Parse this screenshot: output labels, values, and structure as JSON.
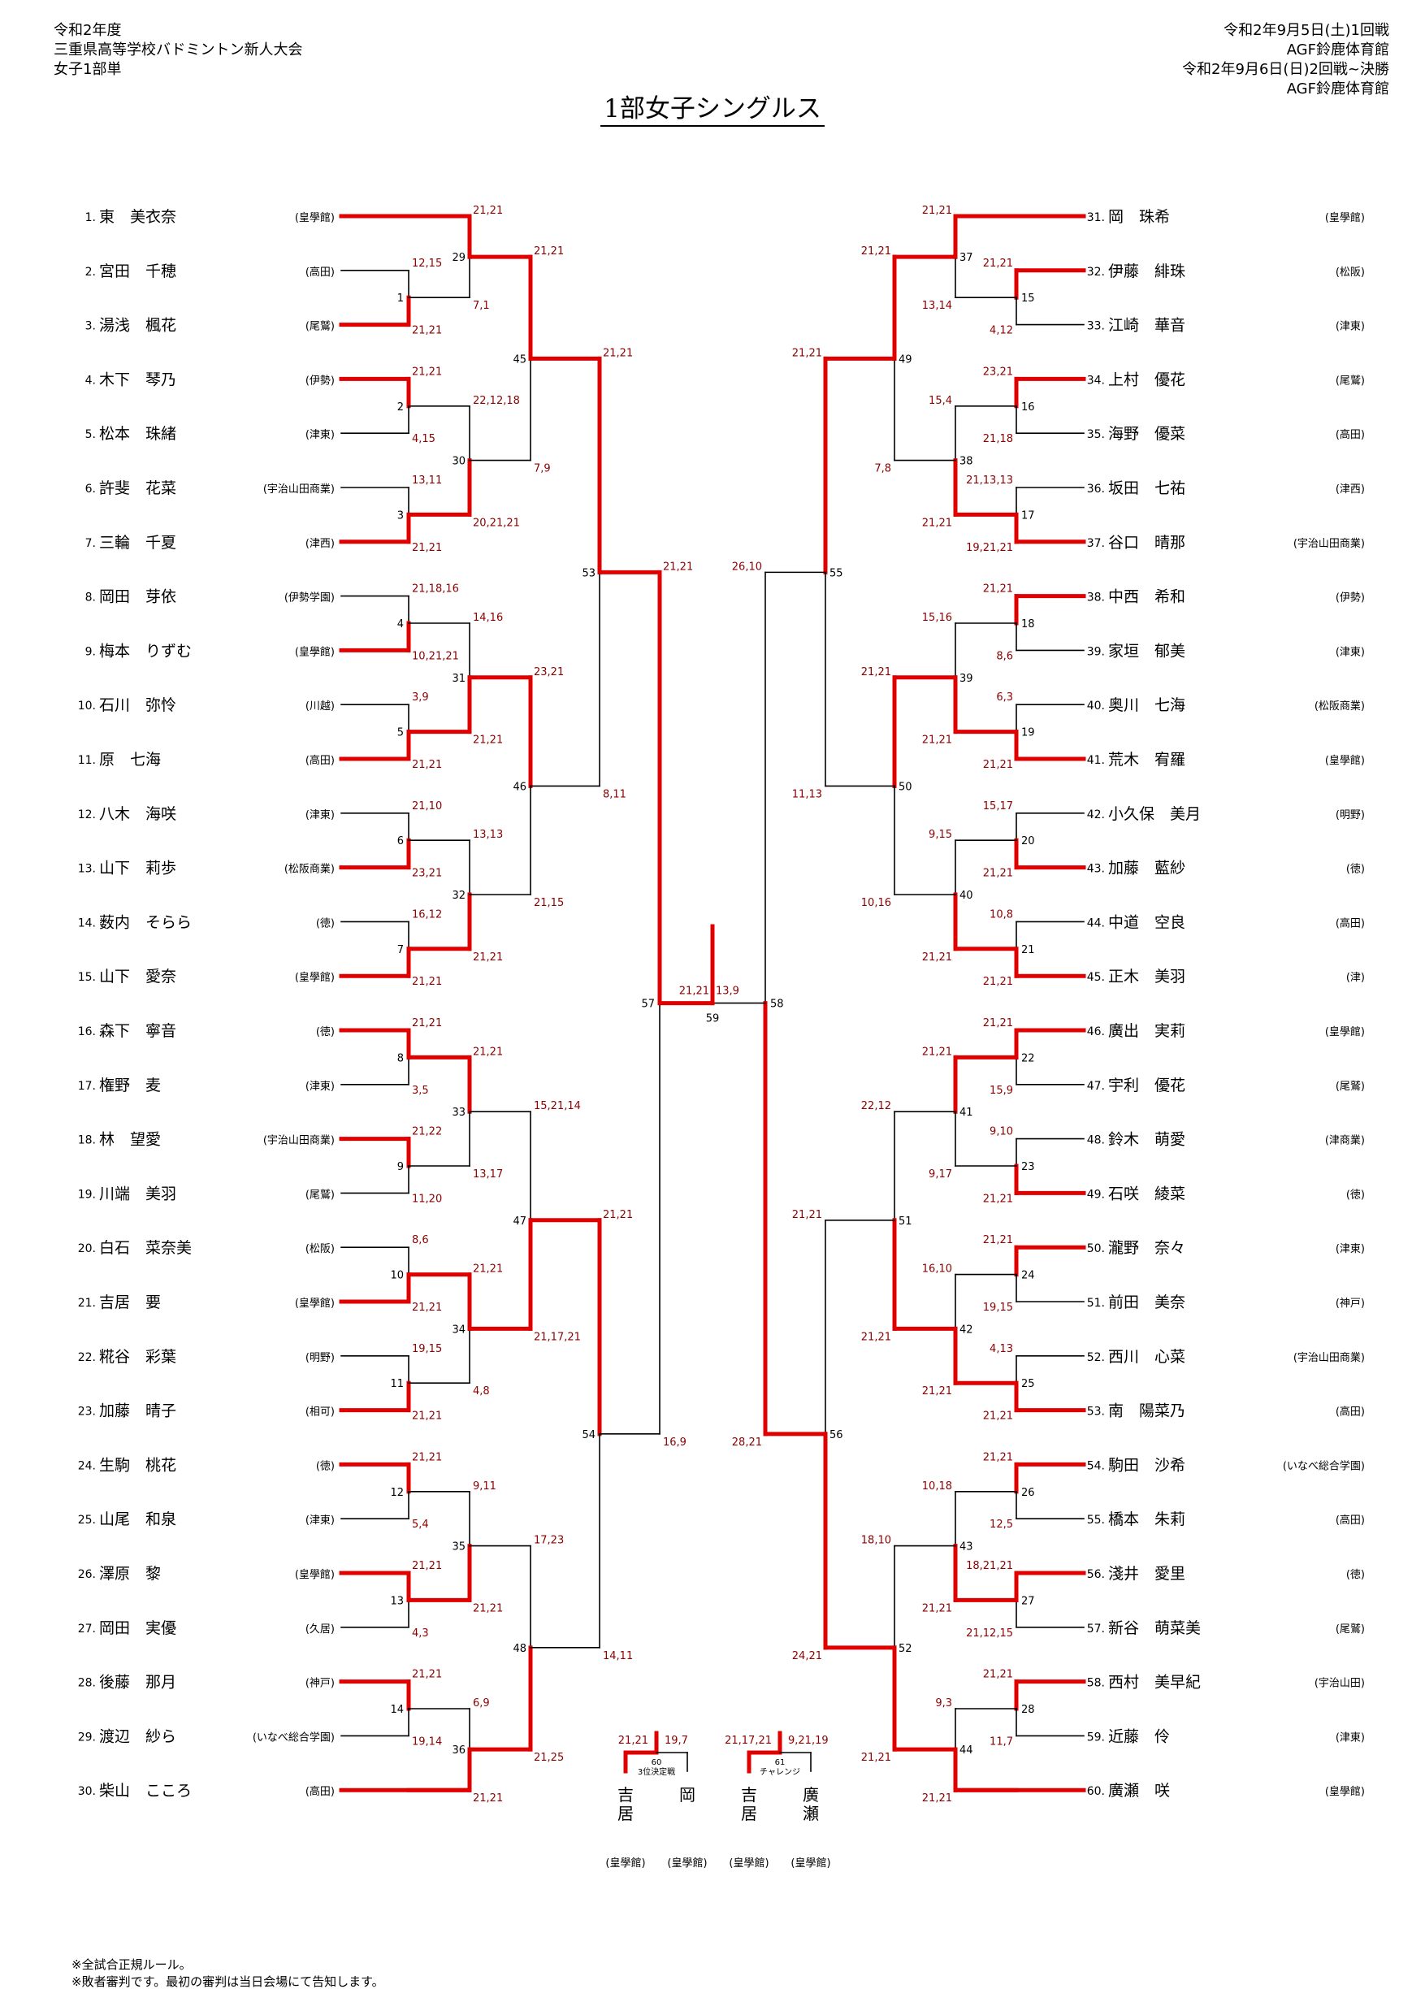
{
  "header": {
    "left": [
      "令和2年度",
      "三重県高等学校バドミントン新人大会",
      "女子1部単"
    ],
    "right": [
      "令和2年9月5日(土)1回戦",
      "AGF鈴鹿体育館",
      "令和2年9月6日(日)2回戦~決勝",
      "AGF鈴鹿体育館"
    ]
  },
  "title": "1部女子シングルス",
  "players": [
    {
      "no": "1.",
      "name": "東　美衣奈",
      "school": "皇學館"
    },
    {
      "no": "2.",
      "name": "宮田　千穂",
      "school": "高田"
    },
    {
      "no": "3.",
      "name": "湯浅　楓花",
      "school": "尾鷲"
    },
    {
      "no": "4.",
      "name": "木下　琴乃",
      "school": "伊勢"
    },
    {
      "no": "5.",
      "name": "松本　珠緒",
      "school": "津東"
    },
    {
      "no": "6.",
      "name": "許斐　花菜",
      "school": "宇治山田商業"
    },
    {
      "no": "7.",
      "name": "三輪　千夏",
      "school": "津西"
    },
    {
      "no": "8.",
      "name": "岡田　芽依",
      "school": "伊勢学園"
    },
    {
      "no": "9.",
      "name": "梅本　りずむ",
      "school": "皇學館"
    },
    {
      "no": "10.",
      "name": "石川　弥怜",
      "school": "川越"
    },
    {
      "no": "11.",
      "name": "原　七海",
      "school": "高田"
    },
    {
      "no": "12.",
      "name": "八木　海咲",
      "school": "津東"
    },
    {
      "no": "13.",
      "name": "山下　莉歩",
      "school": "松阪商業"
    },
    {
      "no": "14.",
      "name": "薮内　そらら",
      "school": "徳"
    },
    {
      "no": "15.",
      "name": "山下　愛奈",
      "school": "皇學館"
    },
    {
      "no": "16.",
      "name": "森下　寧音",
      "school": "徳"
    },
    {
      "no": "17.",
      "name": "権野　麦",
      "school": "津東"
    },
    {
      "no": "18.",
      "name": "林　望愛",
      "school": "宇治山田商業"
    },
    {
      "no": "19.",
      "name": "川端　美羽",
      "school": "尾鷲"
    },
    {
      "no": "20.",
      "name": "白石　菜奈美",
      "school": "松阪"
    },
    {
      "no": "21.",
      "name": "吉居　要",
      "school": "皇學館"
    },
    {
      "no": "22.",
      "name": "糀谷　彩葉",
      "school": "明野"
    },
    {
      "no": "23.",
      "name": "加藤　晴子",
      "school": "相可"
    },
    {
      "no": "24.",
      "name": "生駒　桃花",
      "school": "徳"
    },
    {
      "no": "25.",
      "name": "山尾　和泉",
      "school": "津東"
    },
    {
      "no": "26.",
      "name": "澤原　黎",
      "school": "皇學館"
    },
    {
      "no": "27.",
      "name": "岡田　実優",
      "school": "久居"
    },
    {
      "no": "28.",
      "name": "後藤　那月",
      "school": "神戸"
    },
    {
      "no": "29.",
      "name": "渡辺　紗ら",
      "school": "いなべ総合学園"
    },
    {
      "no": "30.",
      "name": "柴山　こころ",
      "school": "高田"
    },
    {
      "no": "31.",
      "name": "岡　珠希",
      "school": "皇學館"
    },
    {
      "no": "32.",
      "name": "伊藤　緋珠",
      "school": "松阪"
    },
    {
      "no": "33.",
      "name": "江崎　華音",
      "school": "津東"
    },
    {
      "no": "34.",
      "name": "上村　優花",
      "school": "尾鷲"
    },
    {
      "no": "35.",
      "name": "海野　優菜",
      "school": "高田"
    },
    {
      "no": "36.",
      "name": "坂田　七祐",
      "school": "津西"
    },
    {
      "no": "37.",
      "name": "谷口　晴那",
      "school": "宇治山田商業"
    },
    {
      "no": "38.",
      "name": "中西　希和",
      "school": "伊勢"
    },
    {
      "no": "39.",
      "name": "家垣　郁美",
      "school": "津東"
    },
    {
      "no": "40.",
      "name": "奥川　七海",
      "school": "松阪商業"
    },
    {
      "no": "41.",
      "name": "荒木　宥羅",
      "school": "皇學館"
    },
    {
      "no": "42.",
      "name": "小久保　美月",
      "school": "明野"
    },
    {
      "no": "43.",
      "name": "加藤　藍紗",
      "school": "徳"
    },
    {
      "no": "44.",
      "name": "中道　空良",
      "school": "高田"
    },
    {
      "no": "45.",
      "name": "正木　美羽",
      "school": "津"
    },
    {
      "no": "46.",
      "name": "廣出　実莉",
      "school": "皇學館"
    },
    {
      "no": "47.",
      "name": "宇利　優花",
      "school": "尾鷲"
    },
    {
      "no": "48.",
      "name": "鈴木　萌愛",
      "school": "津商業"
    },
    {
      "no": "49.",
      "name": "石咲　綾菜",
      "school": "徳"
    },
    {
      "no": "50.",
      "name": "瀧野　奈々",
      "school": "津東"
    },
    {
      "no": "51.",
      "name": "前田　美奈",
      "school": "神戸"
    },
    {
      "no": "52.",
      "name": "西川　心菜",
      "school": "宇治山田商業"
    },
    {
      "no": "53.",
      "name": "南　陽菜乃",
      "school": "高田"
    },
    {
      "no": "54.",
      "name": "駒田　沙希",
      "school": "いなべ総合学園"
    },
    {
      "no": "55.",
      "name": "橋本　朱莉",
      "school": "高田"
    },
    {
      "no": "56.",
      "name": "淺井　愛里",
      "school": "徳"
    },
    {
      "no": "57.",
      "name": "新谷　萌菜美",
      "school": "尾鷲"
    },
    {
      "no": "58.",
      "name": "西村　美早紀",
      "school": "宇治山田"
    },
    {
      "no": "59.",
      "name": "近藤　伶",
      "school": "津東"
    },
    {
      "no": "60.",
      "name": "廣瀬　咲",
      "school": "皇學館"
    }
  ],
  "left_first_round": [
    {
      "no": "1",
      "top": "12,15",
      "bottom": "21,21",
      "winner": "bottom"
    },
    {
      "no": "2",
      "top": "21,21",
      "bottom": "4,15",
      "winner": "top"
    },
    {
      "no": "3",
      "top": "13,11",
      "bottom": "21,21",
      "winner": "bottom"
    },
    {
      "no": "4",
      "top": "21,18,16",
      "bottom": "10,21,21",
      "winner": "bottom"
    },
    {
      "no": "5",
      "top": "3,9",
      "bottom": "21,21",
      "winner": "bottom"
    },
    {
      "no": "6",
      "top": "21,10",
      "bottom": "23,21",
      "winner": "bottom"
    },
    {
      "no": "7",
      "top": "16,12",
      "bottom": "21,21",
      "winner": "bottom"
    },
    {
      "no": "8",
      "top": "21,21",
      "bottom": "3,5",
      "winner": "top"
    },
    {
      "no": "9",
      "top": "21,22",
      "bottom": "11,20",
      "winner": "top"
    },
    {
      "no": "10",
      "top": "8,6",
      "bottom": "21,21",
      "winner": "bottom"
    },
    {
      "no": "11",
      "top": "19,15",
      "bottom": "21,21",
      "winner": "bottom"
    },
    {
      "no": "12",
      "top": "21,21",
      "bottom": "5,4",
      "winner": "top"
    },
    {
      "no": "13",
      "top": "21,21",
      "bottom": "4,3",
      "winner": "top"
    },
    {
      "no": "14",
      "top": "21,21",
      "bottom": "19,14",
      "winner": "top"
    }
  ],
  "left_round2": [
    {
      "no": "29",
      "top": "21,21",
      "bottom": "7,1",
      "winner": "top"
    },
    {
      "no": "30",
      "top": "22,12,18",
      "bottom": "20,21,21",
      "winner": "bottom"
    },
    {
      "no": "31",
      "top": "14,16",
      "bottom": "21,21",
      "winner": "bottom"
    },
    {
      "no": "32",
      "top": "13,13",
      "bottom": "21,21",
      "winner": "bottom"
    },
    {
      "no": "33",
      "top": "21,21",
      "bottom": "13,17",
      "winner": "top"
    },
    {
      "no": "34",
      "top": "21,21",
      "bottom": "4,8",
      "winner": "top"
    },
    {
      "no": "35",
      "top": "9,11",
      "bottom": "21,21",
      "winner": "bottom"
    },
    {
      "no": "36",
      "top": "6,9",
      "bottom": "21,21",
      "winner": "bottom"
    }
  ],
  "left_round3": [
    {
      "no": "45",
      "top": "21,21",
      "bottom": "7,9",
      "winner": "top"
    },
    {
      "no": "46",
      "top": "23,21",
      "bottom": "21,15",
      "winner": "top"
    },
    {
      "no": "47",
      "top": "15,21,14",
      "bottom": "21,17,21",
      "winner": "bottom"
    },
    {
      "no": "48",
      "top": "17,23",
      "bottom": "21,25",
      "winner": "bottom"
    }
  ],
  "left_round4": [
    {
      "no": "53",
      "top": "21,21",
      "bottom": "8,11",
      "winner": "top"
    },
    {
      "no": "54",
      "top": "21,21",
      "bottom": "14,11",
      "winner": "top"
    }
  ],
  "left_semi": {
    "no": "57",
    "top": "21,21",
    "bottom": "16,9",
    "winner": "top"
  },
  "right_first_round": [
    {
      "no": "15",
      "top": "21,21",
      "bottom": "4,12",
      "winner": "top"
    },
    {
      "no": "16",
      "top": "23,21",
      "bottom": "21,18",
      "winner": "top"
    },
    {
      "no": "17",
      "top": "21,13,13",
      "bottom": "19,21,21",
      "winner": "bottom"
    },
    {
      "no": "18",
      "top": "21,21",
      "bottom": "8,6",
      "winner": "top"
    },
    {
      "no": "19",
      "top": "6,3",
      "bottom": "21,21",
      "winner": "bottom"
    },
    {
      "no": "20",
      "top": "15,17",
      "bottom": "21,21",
      "winner": "bottom"
    },
    {
      "no": "21",
      "top": "10,8",
      "bottom": "21,21",
      "winner": "bottom"
    },
    {
      "no": "22",
      "top": "21,21",
      "bottom": "15,9",
      "winner": "top"
    },
    {
      "no": "23",
      "top": "9,10",
      "bottom": "21,21",
      "winner": "bottom"
    },
    {
      "no": "24",
      "top": "21,21",
      "bottom": "19,15",
      "winner": "top"
    },
    {
      "no": "25",
      "top": "4,13",
      "bottom": "21,21",
      "winner": "bottom"
    },
    {
      "no": "26",
      "top": "21,21",
      "bottom": "12,5",
      "winner": "top"
    },
    {
      "no": "27",
      "top": "18,21,21",
      "bottom": "21,12,15",
      "winner": "top"
    },
    {
      "no": "28",
      "top": "21,21",
      "bottom": "11,7",
      "winner": "top"
    }
  ],
  "right_round2": [
    {
      "no": "37",
      "top": "21,21",
      "bottom": "13,14",
      "winner": "top"
    },
    {
      "no": "38",
      "top": "15,4",
      "bottom": "21,21",
      "winner": "bottom"
    },
    {
      "no": "39",
      "top": "15,16",
      "bottom": "21,21",
      "winner": "bottom"
    },
    {
      "no": "40",
      "top": "9,15",
      "bottom": "21,21",
      "winner": "bottom"
    },
    {
      "no": "41",
      "top": "21,21",
      "bottom": "9,17",
      "winner": "top"
    },
    {
      "no": "42",
      "top": "16,10",
      "bottom": "21,21",
      "winner": "bottom"
    },
    {
      "no": "43",
      "top": "10,18",
      "bottom": "21,21",
      "winner": "bottom"
    },
    {
      "no": "44",
      "top": "9,3",
      "bottom": "21,21",
      "winner": "bottom"
    }
  ],
  "right_round3": [
    {
      "no": "49",
      "top": "21,21",
      "bottom": "7,8",
      "winner": "top"
    },
    {
      "no": "50",
      "top": "21,21",
      "bottom": "10,16",
      "winner": "top"
    },
    {
      "no": "51",
      "top": "22,12",
      "bottom": "21,21",
      "winner": "bottom"
    },
    {
      "no": "52",
      "top": "18,10",
      "bottom": "21,21",
      "winner": "bottom"
    }
  ],
  "right_round4": [
    {
      "no": "55",
      "top": "21,21",
      "bottom": "11,13",
      "winner": "top"
    },
    {
      "no": "56",
      "top": "21,21",
      "bottom": "24,21",
      "winner": "bottom"
    }
  ],
  "right_semi": {
    "no": "58",
    "top": "26,10",
    "bottom": "28,21",
    "winner": "bottom"
  },
  "final": {
    "no": "59",
    "scores": "21,21",
    "other": "13,9"
  },
  "playoffs": [
    {
      "no": "60",
      "label": "3位決定戦",
      "left_score": "21,21",
      "right_score": "19,7",
      "left_name": "吉居",
      "right_name": "岡",
      "left_school": "(皇學館)",
      "right_school": "(皇學館)"
    },
    {
      "no": "61",
      "label": "チャレンジ",
      "left_score": "21,17,21",
      "right_score": "9,21,19",
      "left_name": "吉居",
      "right_name": "廣瀬",
      "left_school": "(皇學館)",
      "right_school": "(皇學館)"
    }
  ],
  "notes": [
    "※全試合正規ルール。",
    "※敗者審判です。最初の審判は当日会場にて告知します。"
  ],
  "colors": {
    "win": "#e00000",
    "line": "#000000",
    "score": "#8b0000"
  }
}
